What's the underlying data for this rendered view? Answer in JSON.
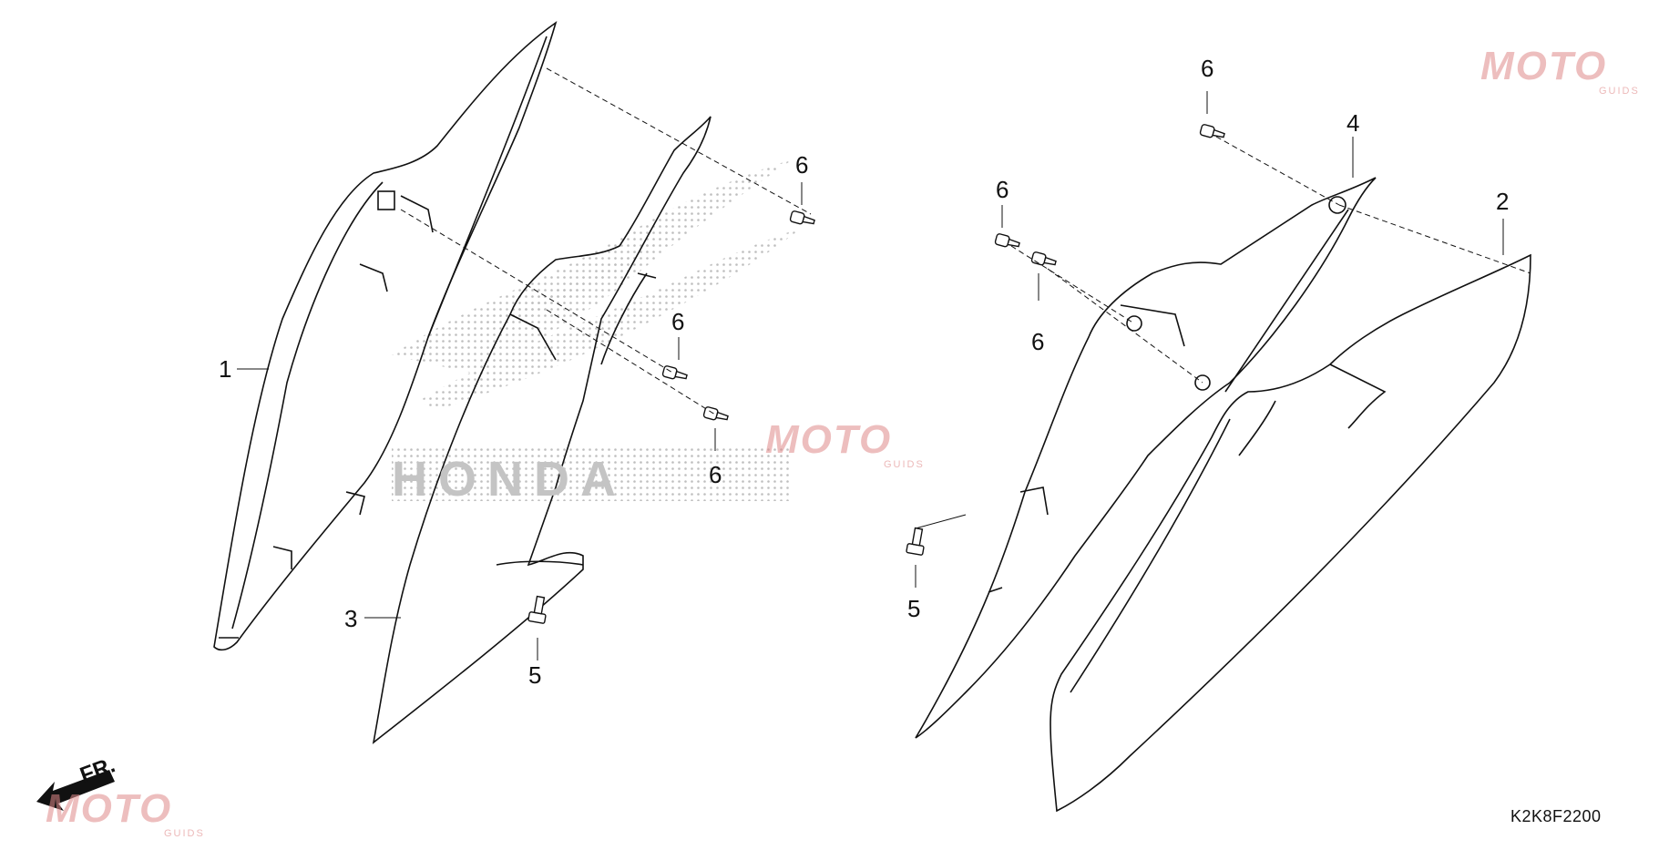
{
  "diagram_code": "K2K8F2200",
  "direction_label": "FR.",
  "callouts": {
    "p1": "1",
    "p2": "2",
    "p3": "3",
    "p4": "4",
    "p5a": "5",
    "p5b": "5",
    "p6a": "6",
    "p6b": "6",
    "p6c": "6",
    "p6d": "6",
    "p6e": "6",
    "p6f": "6"
  },
  "watermark": {
    "brand": "MOTO",
    "sub": "GUIDS"
  },
  "background_logo": {
    "text": "HONDA"
  },
  "colors": {
    "line": "#111111",
    "watermark": "#e08a8a",
    "watermark_accent": "#8a8ad8",
    "dots": "#b8b8b8"
  }
}
